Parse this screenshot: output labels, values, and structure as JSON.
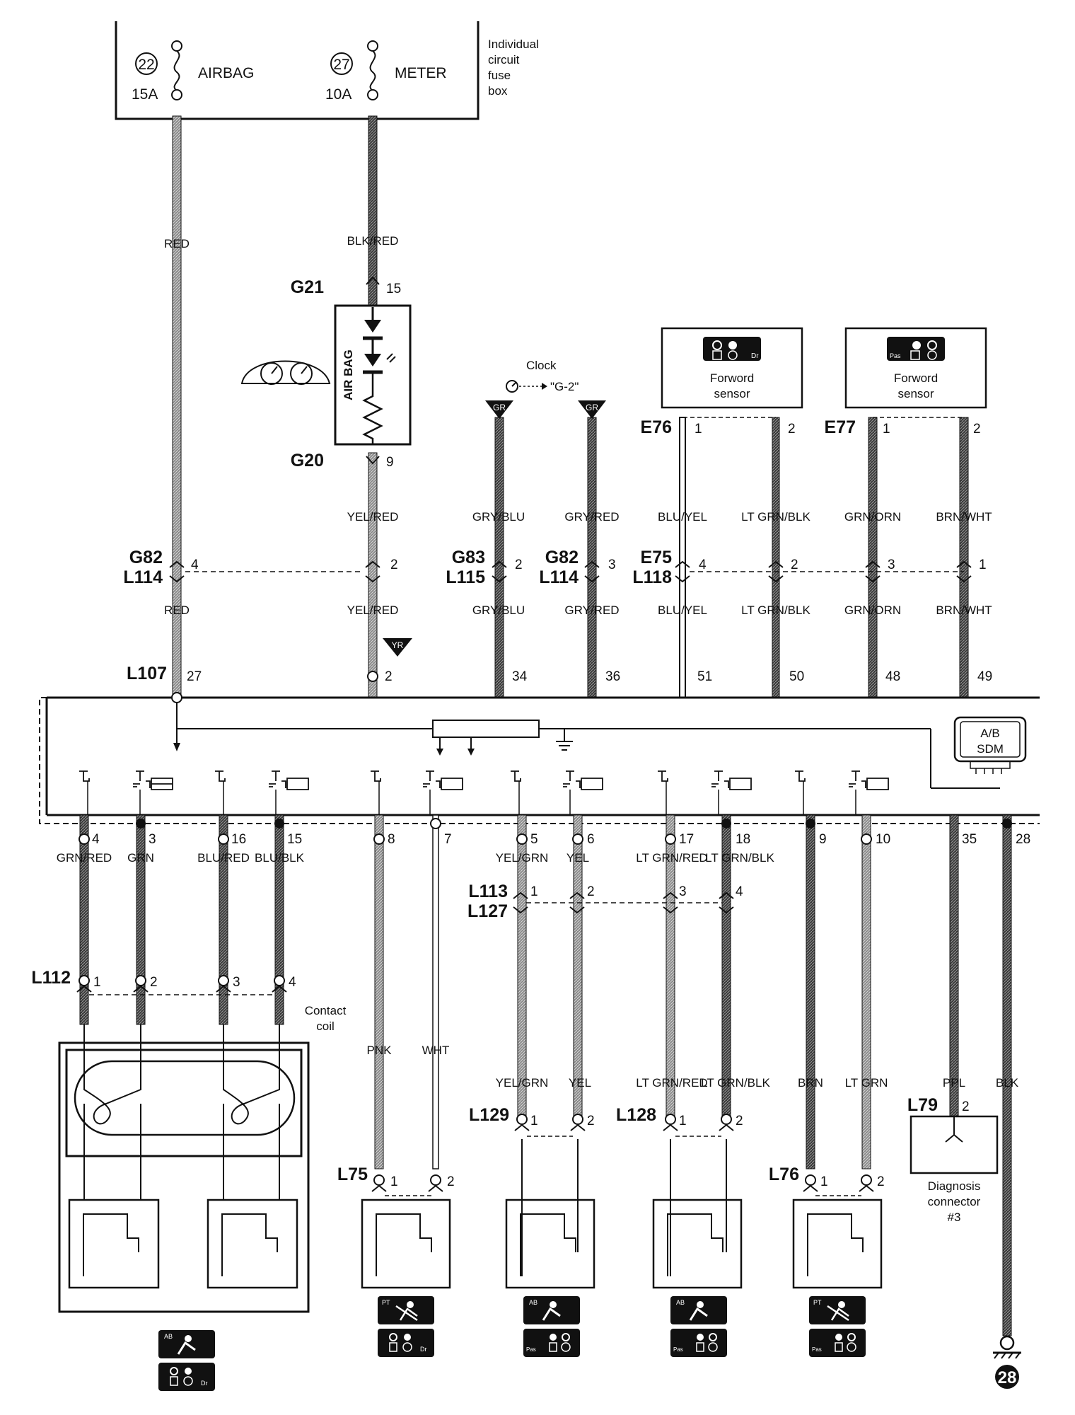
{
  "fuse_box": {
    "label_lines": [
      "Individual",
      "circuit",
      "fuse",
      "box"
    ],
    "fuses": [
      {
        "number": "22",
        "name": "AIRBAG",
        "rating": "15A"
      },
      {
        "number": "27",
        "name": "METER",
        "rating": "10A"
      }
    ]
  },
  "meter": {
    "module_text": "AIR BAG",
    "upper_connector": "G21",
    "upper_pin": "15",
    "lower_connector": "G20",
    "lower_pin": "9"
  },
  "clock": {
    "text": "Clock",
    "reference": "\"G-2\""
  },
  "forward_sensors": [
    {
      "name_lines": [
        "Forword",
        "sensor"
      ],
      "connector": "E76",
      "pins": [
        "1",
        "2"
      ],
      "badge": "Dr"
    },
    {
      "name_lines": [
        "Forword",
        "sensor"
      ],
      "connector": "E77",
      "pins": [
        "1",
        "2"
      ],
      "badge": "Pas"
    }
  ],
  "terminals": [
    "GR",
    "GR",
    "YR"
  ],
  "upper_wires": [
    {
      "top": "RED",
      "bottom": "RED",
      "sdm_pin": "27"
    },
    {
      "top": "BLK/RED"
    },
    {
      "top": "YEL/RED",
      "bottom": "YEL/RED",
      "sdm_pin": "2"
    },
    {
      "top": "GRY/BLU",
      "bottom": "GRY/BLU",
      "sdm_pin": "34"
    },
    {
      "top": "GRY/RED",
      "bottom": "GRY/RED",
      "sdm_pin": "36"
    },
    {
      "top": "BLU/YEL",
      "bottom": "BLU/YEL",
      "sdm_pin": "51"
    },
    {
      "top": "LT GRN/BLK",
      "bottom": "LT GRN/BLK",
      "sdm_pin": "50"
    },
    {
      "top": "GRN/ORN",
      "bottom": "GRN/ORN",
      "sdm_pin": "48"
    },
    {
      "top": "BRN/WHT",
      "bottom": "BRN/WHT",
      "sdm_pin": "49"
    }
  ],
  "mid_connectors": [
    {
      "top": "G82",
      "bottom": "L114",
      "pins": [
        "4",
        "2"
      ]
    },
    {
      "top": "G83",
      "bottom": "L115",
      "pins": [
        "2"
      ]
    },
    {
      "top": "G82",
      "bottom": "L114",
      "pins": [
        "3"
      ]
    },
    {
      "top": "E75",
      "bottom": "L118",
      "pins": [
        "4",
        "2",
        "3",
        "1"
      ]
    }
  ],
  "sdm": {
    "connector": "L107",
    "label_lines": [
      "A/B",
      "SDM"
    ]
  },
  "lower_wires": [
    {
      "pin": "4",
      "color": "GRN/RED"
    },
    {
      "pin": "3",
      "color": "GRN"
    },
    {
      "pin": "16",
      "color": "BLU/RED"
    },
    {
      "pin": "15",
      "color": "BLU/BLK"
    },
    {
      "pin": "8",
      "color": "PNK"
    },
    {
      "pin": "7",
      "color": "WHT"
    },
    {
      "pin": "5",
      "color": "YEL/GRN"
    },
    {
      "pin": "6",
      "color": "YEL"
    },
    {
      "pin": "17",
      "color": "LT GRN/RED"
    },
    {
      "pin": "18",
      "color": "LT GRN/BLK"
    },
    {
      "pin": "9",
      "color": "BRN"
    },
    {
      "pin": "10",
      "color": "LT GRN"
    },
    {
      "pin": "35",
      "color": "PPL"
    },
    {
      "pin": "28",
      "color": "BLK"
    }
  ],
  "lower_connectors": {
    "l113": {
      "top": "L113",
      "bottom": "L127",
      "pins": [
        "1",
        "2",
        "3",
        "4"
      ]
    },
    "l112": {
      "name": "L112",
      "pins": [
        "1",
        "2",
        "3",
        "4"
      ]
    },
    "l75": {
      "name": "L75",
      "pins": [
        "1",
        "2"
      ]
    },
    "l129": {
      "name": "L129",
      "pins": [
        "1",
        "2"
      ]
    },
    "l128": {
      "name": "L128",
      "pins": [
        "1",
        "2"
      ]
    },
    "l76": {
      "name": "L76",
      "pins": [
        "1",
        "2"
      ]
    },
    "l79": {
      "name": "L79",
      "pin": "2"
    }
  },
  "contact_coil": {
    "label_lines": [
      "Contact",
      "coil"
    ]
  },
  "diagnosis": {
    "label_lines": [
      "Diagnosis",
      "connector",
      "#3"
    ]
  },
  "ground": {
    "number": "28"
  },
  "icon_badges": [
    "AB",
    "Dr",
    "PT",
    "Dr",
    "AB",
    "Pas",
    "AB",
    "Pas",
    "PT",
    "Pas"
  ]
}
